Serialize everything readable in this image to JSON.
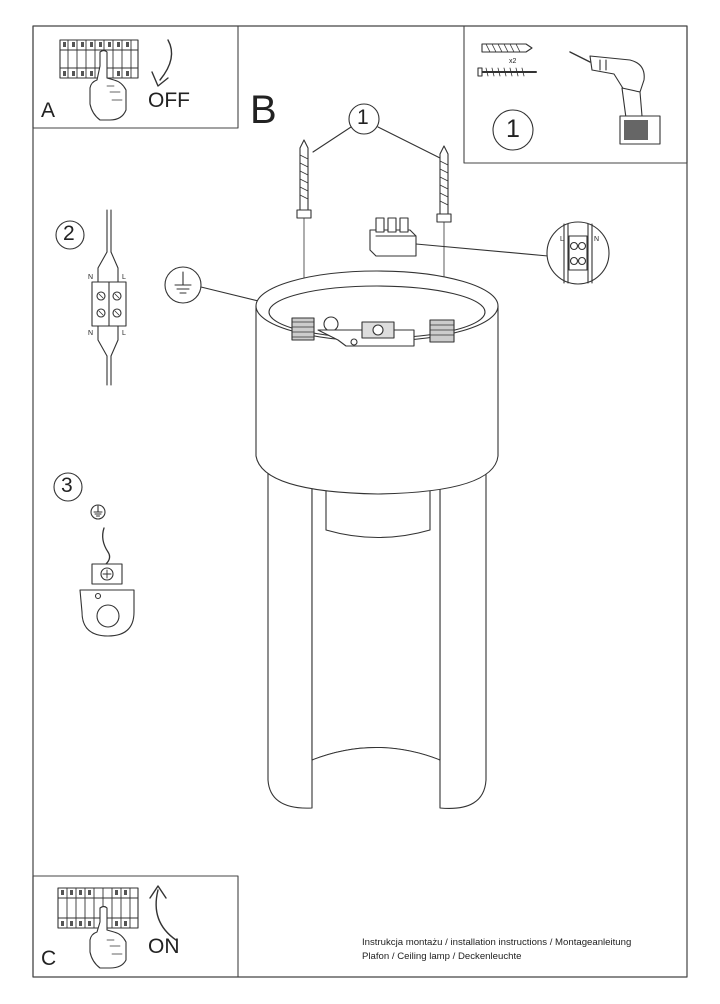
{
  "panel_a": {
    "letter": "A",
    "state": "OFF"
  },
  "panel_b": {
    "letter": "B"
  },
  "panel_c": {
    "letter": "C",
    "state": "ON"
  },
  "tools_panel": {
    "step": "1",
    "quantity": "x2"
  },
  "steps": {
    "screws": "1",
    "wiring": "2",
    "earthing": "3"
  },
  "terminal_marks": {
    "neutral": "N",
    "live": "L"
  },
  "footer": {
    "line1": "Instrukcja montażu / installation instructions / Montageanleitung",
    "line2": "Plafon / Ceiling lamp / Deckenleuchte"
  }
}
